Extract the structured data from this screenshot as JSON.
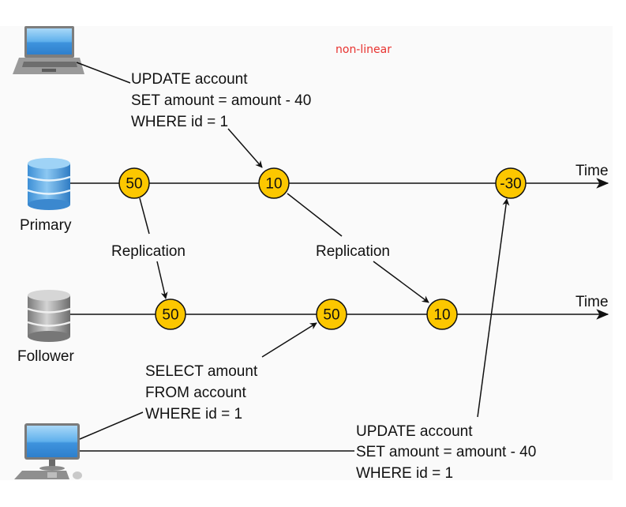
{
  "annotation": {
    "text": "non-linear",
    "color": "#e8322f"
  },
  "colors": {
    "node_fill": "#fcc700",
    "line": "#111111"
  },
  "primary": {
    "label": "Primary",
    "icon": "database-blue-icon",
    "axis_label": "Time",
    "nodes": [
      {
        "id": "p1",
        "value": "50"
      },
      {
        "id": "p2",
        "value": "10"
      },
      {
        "id": "p3",
        "value": "-30"
      }
    ]
  },
  "follower": {
    "label": "Follower",
    "icon": "database-gray-icon",
    "axis_label": "Time",
    "nodes": [
      {
        "id": "f1",
        "value": "50"
      },
      {
        "id": "f2",
        "value": "50"
      },
      {
        "id": "f3",
        "value": "10"
      }
    ]
  },
  "replication_labels": [
    "Replication",
    "Replication"
  ],
  "queries": {
    "laptop_update": [
      "UPDATE account",
      "SET amount = amount - 40",
      "WHERE id = 1"
    ],
    "desktop_select": [
      "SELECT amount",
      "FROM account",
      "WHERE id = 1"
    ],
    "desktop_update": [
      "UPDATE account",
      "SET amount = amount - 40",
      "WHERE id = 1"
    ]
  },
  "clients": {
    "top": "laptop-icon",
    "bottom": "desktop-computer-icon"
  }
}
